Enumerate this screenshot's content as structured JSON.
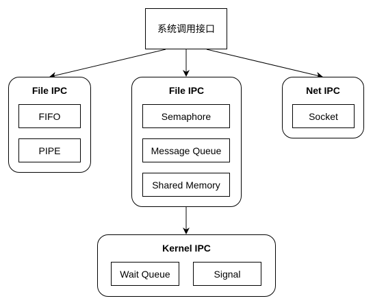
{
  "diagram": {
    "root": {
      "label": "系统调用接口"
    },
    "groups": {
      "file_ipc_left": {
        "title": "File IPC",
        "items": [
          "FIFO",
          "PIPE"
        ]
      },
      "file_ipc_center": {
        "title": "File IPC",
        "items": [
          "Semaphore",
          "Message Queue",
          "Shared Memory"
        ]
      },
      "net_ipc": {
        "title": "Net IPC",
        "items": [
          "Socket"
        ]
      },
      "kernel_ipc": {
        "title": "Kernel IPC",
        "items": [
          "Wait Queue",
          "Signal"
        ]
      }
    },
    "edges": [
      {
        "from": "系统调用接口",
        "to": "File IPC"
      },
      {
        "from": "系统调用接口",
        "to": "File IPC"
      },
      {
        "from": "系统调用接口",
        "to": "Net IPC"
      },
      {
        "from": "File IPC",
        "to": "Kernel IPC"
      }
    ],
    "colors": {
      "stroke": "#000000",
      "fill": "#ffffff",
      "text": "#000000"
    }
  }
}
